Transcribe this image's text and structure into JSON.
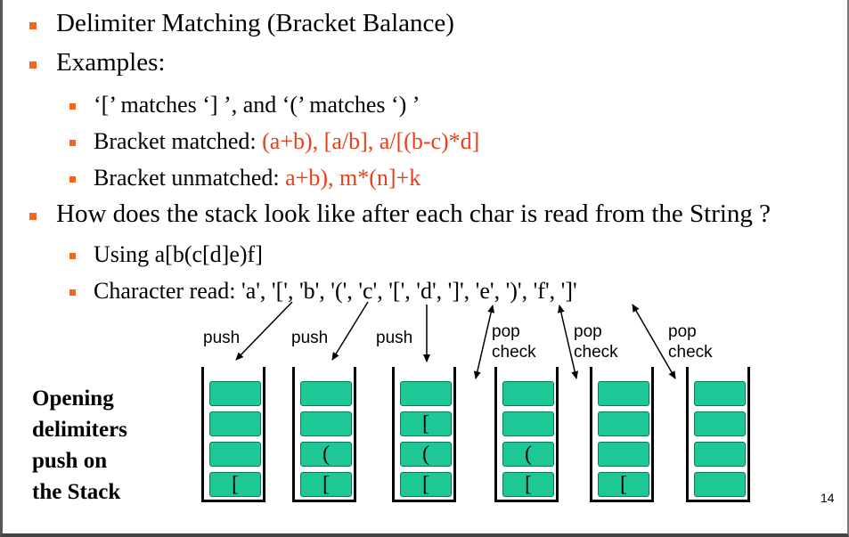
{
  "bullets": {
    "title": "Delimiter Matching (Bracket Balance)",
    "examples": "Examples:",
    "sub_matches": "‘[’ matches ‘] ’, and ‘(’ matches ‘) ’",
    "matched_label": "Bracket matched: ",
    "matched_examples": "(a+b),  [a/b],  a/[(b-c)*d]",
    "unmatched_label": "Bracket unmatched: ",
    "unmatched_examples": "a+b), m*(n]+k",
    "question": "How does the stack look like after each char is read from the String ?",
    "using": "Using a[b(c[d]e)f]",
    "chars": "Character read: 'a', '[', 'b', '(', 'c', '[', 'd', ']', 'e', ')', 'f', ']'"
  },
  "diagram": {
    "ops": [
      "push",
      "push",
      "push",
      "pop",
      "check"
    ],
    "stacks": [
      [
        "",
        "",
        "",
        "["
      ],
      [
        "",
        "",
        "(",
        "["
      ],
      [
        "",
        "[",
        "(",
        "["
      ],
      [
        "",
        "",
        "(",
        "["
      ],
      [
        "",
        "",
        "",
        "["
      ],
      [
        "",
        "",
        "",
        ""
      ]
    ]
  },
  "side": [
    "Opening",
    "delimiters",
    "push on",
    "the Stack"
  ],
  "page_number": "14",
  "colors": {
    "bullet": "#f26522",
    "highlight_text": "#e8401c",
    "stack_cell": "#1ec896"
  }
}
